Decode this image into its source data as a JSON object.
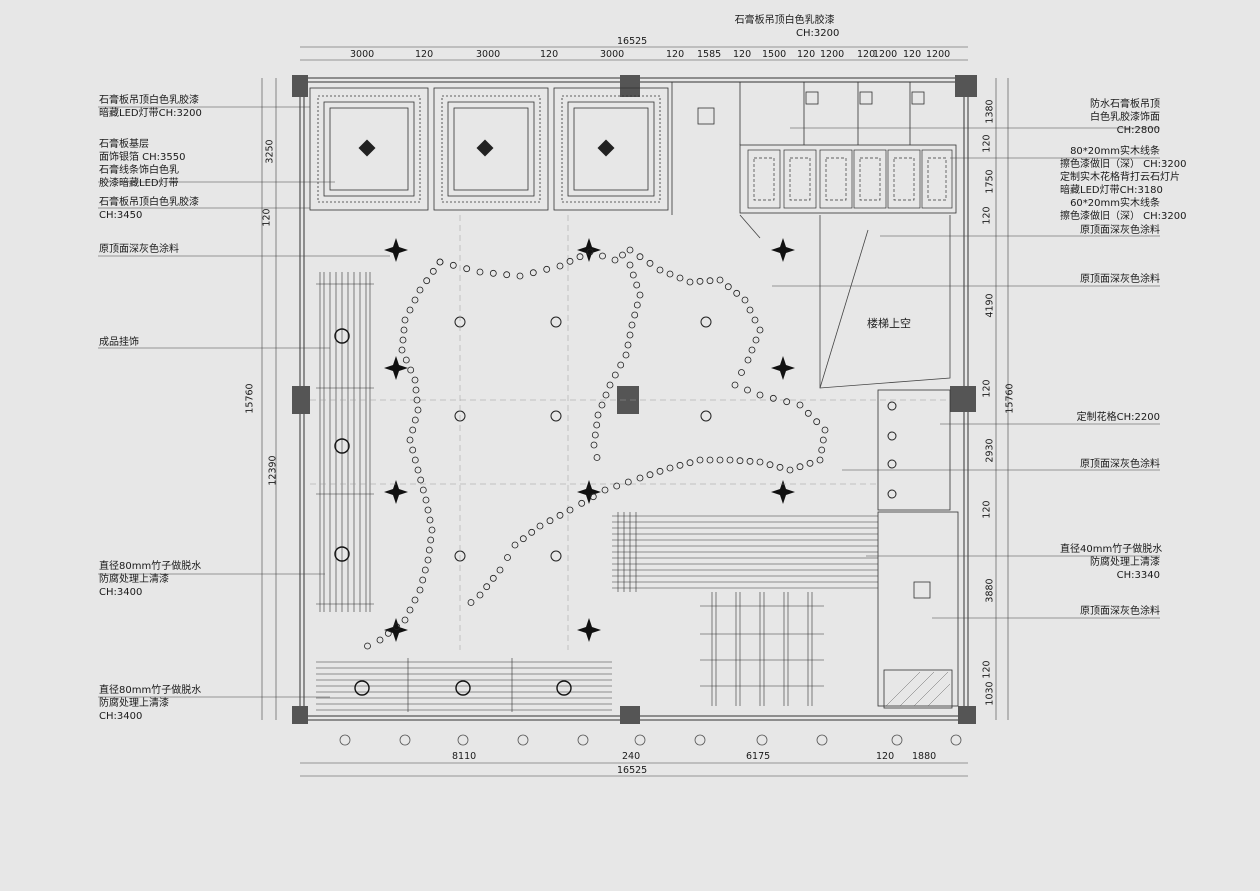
{
  "top_note": {
    "line1": "石膏板吊顶白色乳胶漆",
    "line2": "CH:3200"
  },
  "top_dims": {
    "total": "16525",
    "segments": [
      "3000",
      "120",
      "3000",
      "120",
      "3000",
      "120",
      "1585",
      "120",
      "1500",
      "120",
      "1200",
      "120",
      "1200",
      "120",
      "1200"
    ]
  },
  "bottom_dims": {
    "total": "16525",
    "segments": [
      "8110",
      "240",
      "6175",
      "120",
      "1880"
    ]
  },
  "left_dims": {
    "total": "15760",
    "segments": [
      "3250",
      "120",
      "12390"
    ]
  },
  "right_dims": {
    "total": "15760",
    "segments": [
      "1380",
      "120",
      "1750",
      "120",
      "4190",
      "120",
      "2930",
      "120",
      "3880",
      "120",
      "1030"
    ]
  },
  "left_labels": [
    {
      "lines": [
        "石膏板吊顶白色乳胶漆",
        "暗藏LED灯带CH:3200"
      ]
    },
    {
      "lines": [
        "石膏板基层",
        "面饰银箔 CH:3550",
        "石膏线条饰白色乳",
        "胶漆暗藏LED灯带"
      ]
    },
    {
      "lines": [
        "石膏板吊顶白色乳胶漆",
        "CH:3450"
      ]
    },
    {
      "lines": [
        "原顶面深灰色涂料"
      ]
    },
    {
      "lines": [
        "成品挂饰"
      ]
    },
    {
      "lines": [
        "直径80mm竹子做脱水",
        "防腐处理上清漆",
        "CH:3400"
      ]
    },
    {
      "lines": [
        "直径80mm竹子做脱水",
        "防腐处理上清漆",
        "CH:3400"
      ]
    }
  ],
  "right_labels": [
    {
      "lines": [
        "防水石膏板吊顶",
        "白色乳胶漆饰面",
        "CH:2800"
      ]
    },
    {
      "lines": [
        "80*20mm实木线条",
        "擦色漆做旧（深） CH:3200",
        "定制实木花格背打云石灯片",
        "暗藏LED灯带CH:3180",
        "60*20mm实木线条",
        "擦色漆做旧（深） CH:3200"
      ]
    },
    {
      "lines": [
        "原顶面深灰色涂料"
      ]
    },
    {
      "lines": [
        "原顶面深灰色涂料"
      ]
    },
    {
      "lines": [
        "定制花格CH:2200"
      ]
    },
    {
      "lines": [
        "原顶面深灰色涂料"
      ]
    },
    {
      "lines": [
        "直径40mm竹子做脱水",
        "防腐处理上清漆",
        "CH:3340"
      ]
    },
    {
      "lines": [
        "原顶面深灰色涂料"
      ]
    }
  ],
  "room_label": "楼梯上空"
}
